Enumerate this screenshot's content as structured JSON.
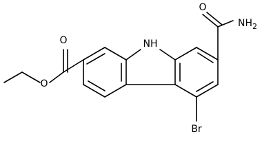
{
  "molecule": {
    "atoms": {
      "nh": "NH",
      "amide_n": "NH",
      "amide_n_sub": "2",
      "amide_o": "O",
      "ester_o_carbonyl": "O",
      "ester_o_link": "O",
      "bromine": "Br"
    }
  }
}
